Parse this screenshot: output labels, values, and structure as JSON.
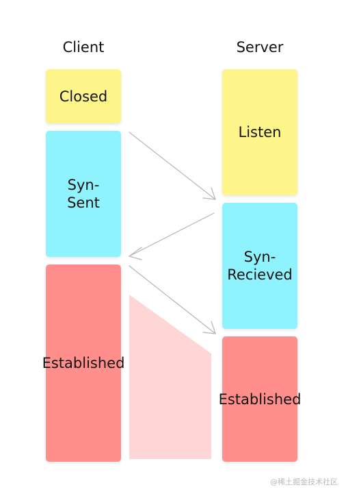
{
  "columns": {
    "client": "Client",
    "server": "Server"
  },
  "states": {
    "client_closed": "Closed",
    "client_syn_sent": "Syn-\nSent",
    "client_established": "Established",
    "server_listen": "Listen",
    "server_syn_received": "Syn-\nRecieved",
    "server_established": "Established"
  },
  "colors": {
    "yellow": "#fdf58a",
    "cyan": "#8ff3fd",
    "red": "#ff8e8c",
    "shade": "#ffd6d6",
    "arrow": "#b5b5b5"
  },
  "watermark": "@稀土掘金技术社区"
}
